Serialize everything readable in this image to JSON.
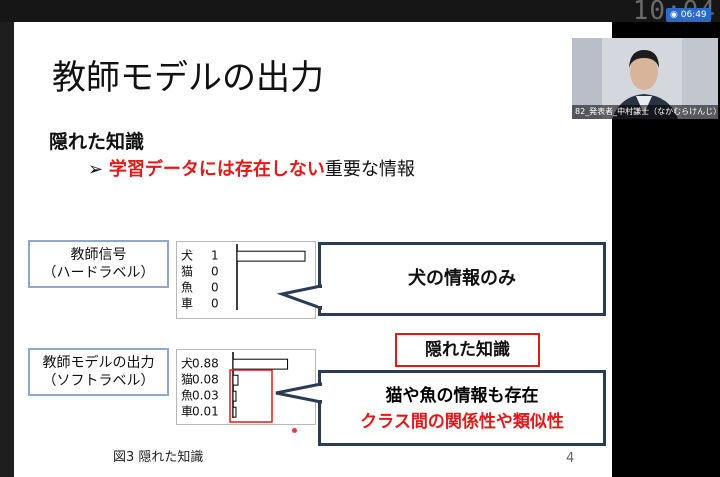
{
  "meeting": {
    "clock": "10:04",
    "recording_time": "06:49",
    "presenter_label": "82_発表者_中村謙士（なかむらけんじ）"
  },
  "slide": {
    "title": "教師モデルの出力",
    "heading": "隠れた知識",
    "bullet_marker": "➢",
    "bullet_red": "学習データには存在しない",
    "bullet_rest": "重要な情報",
    "teacher_signal_line1": "教師信号",
    "teacher_signal_line2": "（ハードラベル）",
    "teacher_model_line1": "教師モデルの出力",
    "teacher_model_line2": "（ソフトラベル）",
    "callout_hard": "犬の情報のみ",
    "hidden_tag": "隠れた知識",
    "callout_soft_line1": "猫や魚の情報も存在",
    "callout_soft_line2": "クラス間の関係性や類似性",
    "figure_caption": "図3 隠れた知識",
    "page_number": "4"
  },
  "chart_data": [
    {
      "type": "bar",
      "orientation": "horizontal",
      "categories": [
        "犬",
        "猫",
        "魚",
        "車"
      ],
      "values": [
        1,
        0,
        0,
        0
      ],
      "value_labels": [
        "1",
        "0",
        "0",
        "0"
      ]
    },
    {
      "type": "bar",
      "orientation": "horizontal",
      "categories": [
        "犬",
        "猫",
        "魚",
        "車"
      ],
      "values": [
        0.88,
        0.08,
        0.03,
        0.01
      ],
      "value_labels": [
        "0.88",
        "0.08",
        "0.03",
        "0.01"
      ],
      "highlighted_categories": [
        "猫",
        "魚",
        "車"
      ],
      "highlight_color": "#e01a1a"
    }
  ],
  "colors": {
    "accent_red": "#e01a1a",
    "callout_border": "#2b3a55",
    "label_border": "#8fa8cf"
  }
}
